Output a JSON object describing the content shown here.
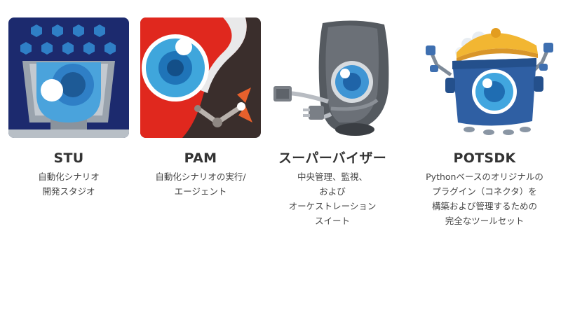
{
  "products": [
    {
      "name": "STU",
      "icon": "studio-robot-eye-icon",
      "description": [
        "自動化シナリオ",
        "開発スタジオ"
      ]
    },
    {
      "name": "PAM",
      "icon": "agent-robot-eye-arm-icon",
      "description": [
        "自動化シナリオの実行/",
        "エージェント"
      ]
    },
    {
      "name": "スーパーバイザー",
      "icon": "supervisor-robot-icon",
      "description": [
        "中央管理、監視、",
        "および",
        "オーケストレーション",
        "スイート"
      ]
    },
    {
      "name": "POTSDK",
      "icon": "pot-robot-icon",
      "description": [
        "Pythonベースのオリジナルの",
        "プラグイン（コネクタ）を",
        "構築および管理するための",
        "完全なツールセット"
      ]
    }
  ],
  "colors": {
    "navy": "#1c2a6e",
    "blue": "#2f7fc6",
    "red": "#e0281e",
    "dark_brown": "#3a2e2c",
    "yellow": "#f2b632"
  }
}
